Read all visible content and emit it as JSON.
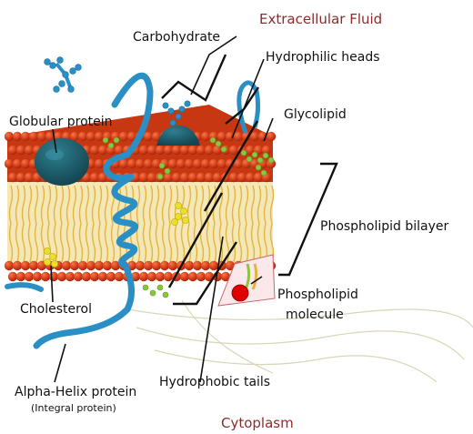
{
  "regions": {
    "extracellular": "Extracellular Fluid",
    "cytoplasm": "Cytoplasm"
  },
  "labels": {
    "carbohydrate": "Carbohydrate",
    "hydrophilic_heads": "Hydrophilic heads",
    "glycolipid": "Glycolipid",
    "globular_protein": "Globular protein",
    "phospholipid_bilayer": "Phospholipid bilayer",
    "phospholipid_molecule_line1": "Phospholipid",
    "phospholipid_molecule_line2": "molecule",
    "cholesterol": "Cholesterol",
    "hydrophobic_tails": "Hydrophobic tails",
    "alpha_helix_line1": "Alpha-Helix protein",
    "alpha_helix_line2": "(Integral protein)"
  },
  "colors": {
    "region_text": "#8b2c2c",
    "head_top": "#cf3a12",
    "head_top_light": "#e8501c",
    "head_bottom": "#d8421a",
    "tail": "#e0b640",
    "alpha_helix": "#2a8fc5",
    "globular_protein": "#1f5c6b",
    "glycolipid": "#8cc63f",
    "cholesterol": "#ecdf2a",
    "highlight_head": "#e00000"
  }
}
